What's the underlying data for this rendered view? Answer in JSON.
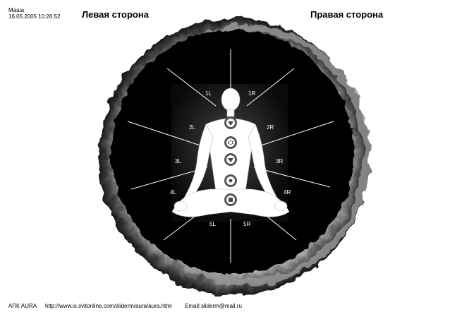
{
  "header": {
    "user_name": "Маша",
    "timestamp": "16.05.2005 10:26:52",
    "left_side_label": "Левая сторона",
    "right_side_label": "Правая сторона"
  },
  "zones": {
    "1L": "1L",
    "1R": "1R",
    "2L": "2L",
    "2R": "2R",
    "3L": "3L",
    "3R": "3R",
    "4L": "4L",
    "4R": "4R",
    "5L": "5L",
    "5R": "5R"
  },
  "footer": {
    "app_name": "АПК AURA",
    "url": "http://www.is.svitonline.com/sliderm/aura/aura.html",
    "email_label": "Email:",
    "email": "sliderm@mail.ru"
  },
  "colors": {
    "background": "#ffffff",
    "aura_core": "#000000",
    "aura_ring": "#8a8a8a",
    "rays": "#ffffff"
  },
  "icons": {
    "figure": "meditating-figure-icon",
    "chakra": "chakra-symbol-icon"
  }
}
